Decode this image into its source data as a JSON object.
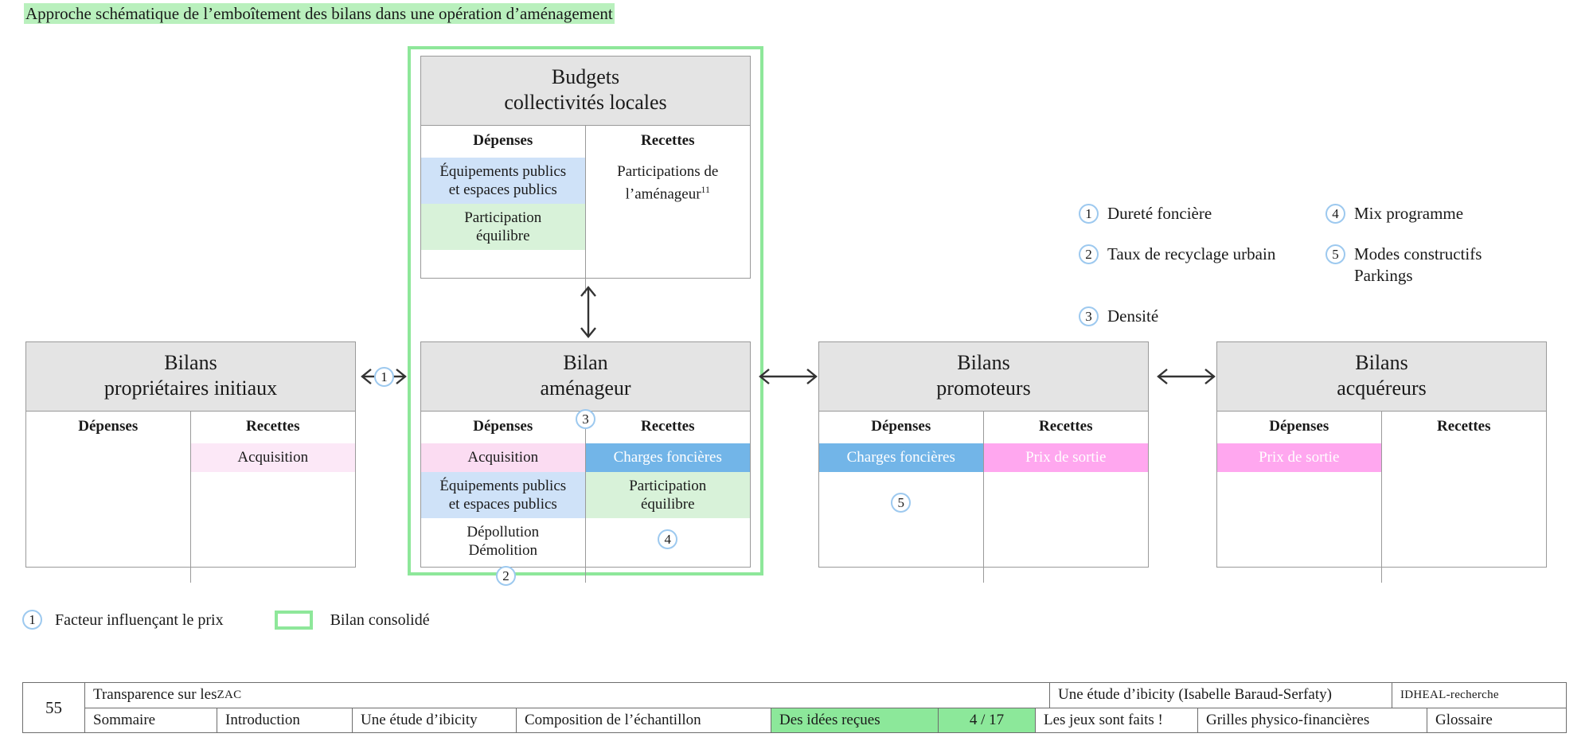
{
  "title": "Approche schématique de l’emboîtement des bilans dans une opération d’aménagement",
  "columns": {
    "depenses": "Dépenses",
    "recettes": "Recettes"
  },
  "boxes": {
    "budgets": {
      "title_line1": "Budgets",
      "title_line2": "collectivités locales",
      "depenses": [
        {
          "line1": "Équipements publics",
          "line2": "et espaces publics",
          "color": "#cfe2f8"
        },
        {
          "line1": "Participation",
          "line2": "équilibre",
          "color": "#d8f2d9"
        }
      ],
      "recettes": [
        {
          "line1": "Participations de",
          "line2": "l’aménageur",
          "note": "11",
          "color": "#ffffff"
        }
      ]
    },
    "proprietaires": {
      "title_line1": "Bilans",
      "title_line2": "propriétaires initiaux",
      "depenses": [],
      "recettes": [
        {
          "line1": "Acquisition",
          "color": "#fce8f7"
        }
      ]
    },
    "amenageur": {
      "title_line1": "Bilan",
      "title_line2": "aménageur",
      "header_badge": "3",
      "bottom_badge": "2",
      "depenses": [
        {
          "line1": "Acquisition",
          "color": "#fbdcf2"
        },
        {
          "line1": "Équipements publics",
          "line2": "et espaces publics",
          "color": "#cfe2f8"
        },
        {
          "line1": "Dépollution",
          "line2": "Démolition",
          "color": "#ffffff"
        }
      ],
      "recettes": [
        {
          "line1": "Charges foncières",
          "color": "#72b5e8"
        },
        {
          "line1": "Participation",
          "line2": "équilibre",
          "color": "#d8f2d9"
        },
        {
          "badge": "4",
          "color": "#ffffff"
        }
      ]
    },
    "promoteurs": {
      "title_line1": "Bilans",
      "title_line2": "promoteurs",
      "depenses": [
        {
          "line1": "Charges foncières",
          "color": "#72b5e8"
        },
        {
          "badge": "5",
          "color": "#ffffff"
        }
      ],
      "recettes": [
        {
          "line1": "Prix de sortie",
          "color": "#ffa7ef"
        }
      ]
    },
    "acquereurs": {
      "title_line1": "Bilans",
      "title_line2": "acquéreurs",
      "depenses": [
        {
          "line1": "Prix de sortie",
          "color": "#ffa7ef"
        }
      ],
      "recettes": []
    }
  },
  "connector_badge": "1",
  "factor_legend": [
    {
      "num": "1",
      "label": "Dureté foncière"
    },
    {
      "num": "4",
      "label": "Mix programme"
    },
    {
      "num": "2",
      "label": "Taux de recyclage urbain"
    },
    {
      "num": "5",
      "label": "Modes constructifs\nParkings"
    },
    {
      "num": "3",
      "label": "Densité"
    }
  ],
  "factor_legend_rows": [
    {
      "left": {
        "num": "1",
        "line1": "Dureté foncière",
        "line2": ""
      },
      "right": {
        "num": "4",
        "line1": "Mix programme",
        "line2": ""
      }
    },
    {
      "left": {
        "num": "2",
        "line1": "Taux de recyclage urbain",
        "line2": ""
      },
      "right": {
        "num": "5",
        "line1": "Modes constructifs",
        "line2": "Parkings"
      }
    },
    {
      "left": {
        "num": "3",
        "line1": "Densité",
        "line2": ""
      },
      "right": {
        "num": "",
        "line1": "",
        "line2": ""
      }
    }
  ],
  "bottom_legend": {
    "badge": "1",
    "badge_label": "Facteur influençant le prix",
    "swatch_label": "Bilan consolidé"
  },
  "bottom_bar": {
    "page_number": "55",
    "doc_title_prefix": "Transparence sur les ",
    "doc_title_sc": "ZAC",
    "study": "Une étude d’ibicity (Isabelle Baraud-Serfaty)",
    "institute": "IDHEAL-recherche",
    "nav": [
      {
        "label": "Sommaire",
        "active": false
      },
      {
        "label": "Introduction",
        "active": false
      },
      {
        "label": "Une étude d’ibicity",
        "active": false
      },
      {
        "label": "Composition de l’échantillon",
        "active": false
      },
      {
        "label": "Des idées reçues",
        "active": true
      },
      {
        "label": "4 / 17",
        "active": true
      },
      {
        "label": "Les jeux sont faits !",
        "active": false
      },
      {
        "label": "Grilles physico-financières",
        "active": false
      },
      {
        "label": "Glossaire",
        "active": false
      }
    ]
  },
  "colors": {
    "consolidated_border": "#8ee79a",
    "title_highlight": "#b9f0bd",
    "badge_ring": "#9dc9ef",
    "header_fill": "#e4e4e4",
    "nav_highlight": "#8ce89a"
  }
}
